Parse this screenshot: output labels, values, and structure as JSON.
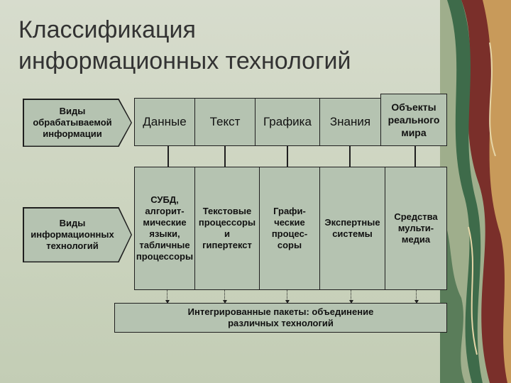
{
  "title": {
    "line1": "Классификация",
    "line2": "информационных технологий"
  },
  "row_labels": {
    "info_types": "Виды\nобрабатываемой\nинформации",
    "tech_types": "Виды\nинформационных\nтехнологий"
  },
  "headers": [
    "Данные",
    "Текст",
    "Графика",
    "Знания",
    "Объекты\nреального\nмира"
  ],
  "technologies": [
    "СУБД,\nалгорит-\nмические\nязыки,\nтабличные\nпроцессоры",
    "Текстовые\nпроцессоры\nи\nгипертекст",
    "Графи-\nческие\nпроцес-\nсоры",
    "Экспертные\nсистемы",
    "Средства\nмульти-\nмедиа"
  ],
  "integrated": "Интегрированные пакеты: объединение\nразличных технологий"
}
